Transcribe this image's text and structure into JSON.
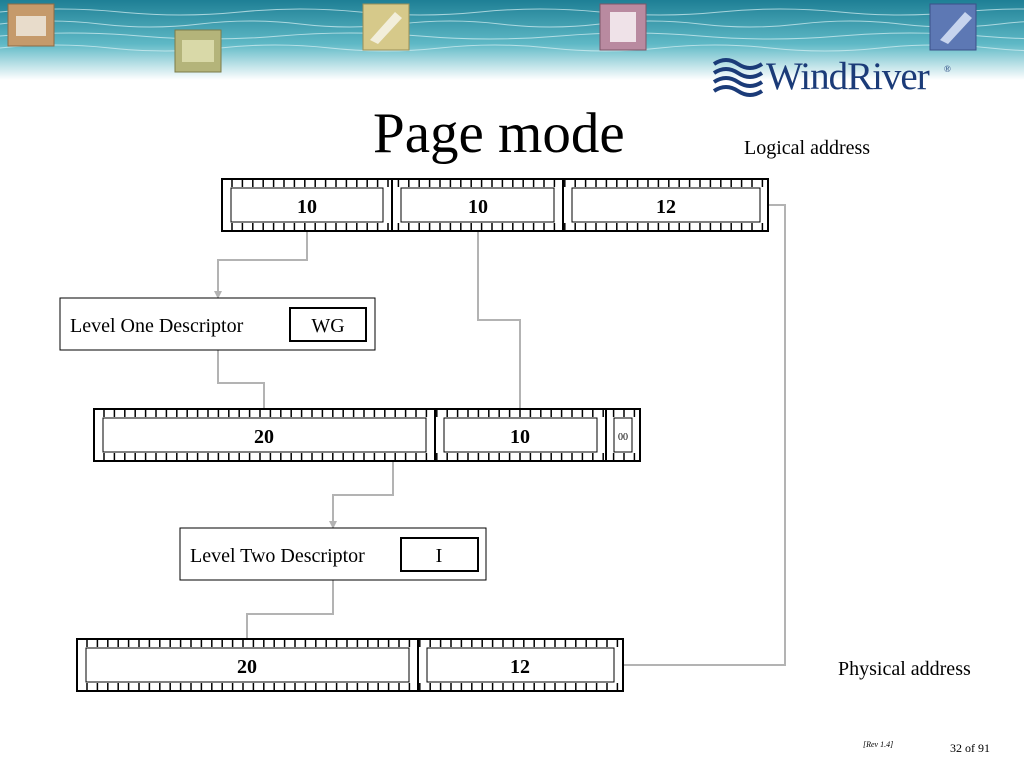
{
  "header": {
    "title": "Page mode",
    "logo_text": "WindRiver",
    "logo_mark": "®"
  },
  "diagram": {
    "logical_label": "Logical address",
    "physical_label": "Physical address",
    "logical_fields": [
      "10",
      "10",
      "12"
    ],
    "level1": {
      "label": "Level One Descriptor",
      "field": "WG"
    },
    "descriptor_fields": [
      "20",
      "10",
      "00"
    ],
    "level2": {
      "label": "Level Two Descriptor",
      "field": "I"
    },
    "physical_fields": [
      "20",
      "12"
    ]
  },
  "footer": {
    "rev": "[Rev 1.4]",
    "page": "32 of 91"
  },
  "colors": {
    "arrow": "#b3b3b3",
    "logo_blue": "#1b3b78",
    "water": "#3f9fb0"
  }
}
